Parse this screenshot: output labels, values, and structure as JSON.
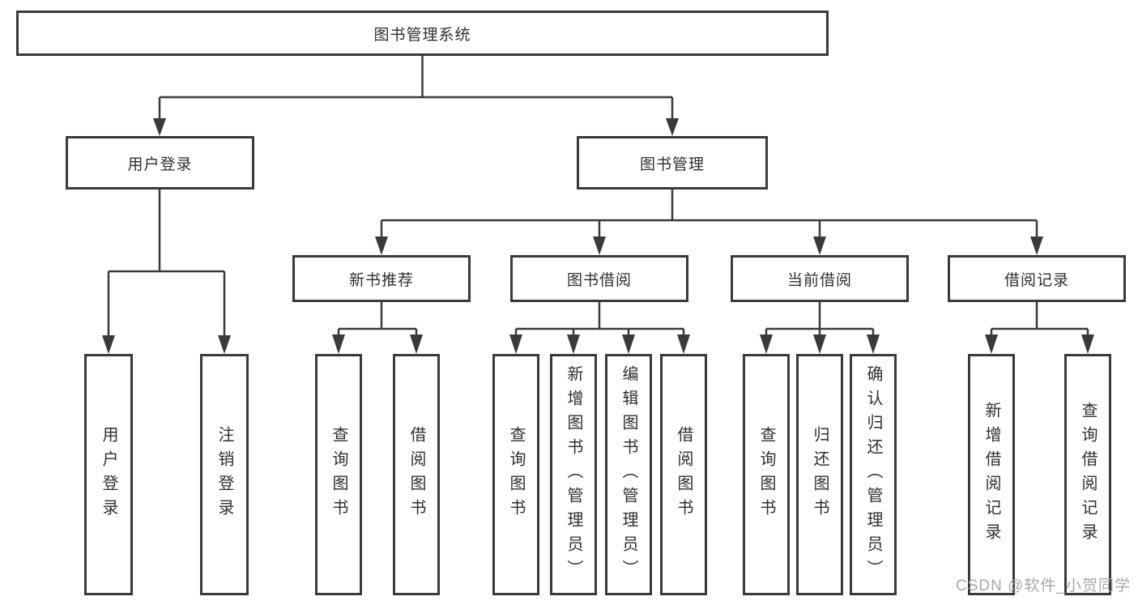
{
  "diagram": {
    "root": {
      "label": "图书管理系统"
    },
    "branches": [
      {
        "label": "用户登录",
        "children": [
          {
            "label": "用户登录"
          },
          {
            "label": "注销登录"
          }
        ]
      },
      {
        "label": "图书管理",
        "groups": [
          {
            "label": "新书推荐",
            "children": [
              {
                "label": "查询图书"
              },
              {
                "label": "借阅图书"
              }
            ]
          },
          {
            "label": "图书借阅",
            "children": [
              {
                "label": "查询图书"
              },
              {
                "label": "新增图书（管理员）"
              },
              {
                "label": "编辑图书（管理员）"
              },
              {
                "label": "借阅图书"
              }
            ]
          },
          {
            "label": "当前借阅",
            "children": [
              {
                "label": "查询图书"
              },
              {
                "label": "归还图书"
              },
              {
                "label": "确认归还（管理员）"
              }
            ]
          },
          {
            "label": "借阅记录",
            "children": [
              {
                "label": "新增借阅记录"
              },
              {
                "label": "查询借阅记录"
              }
            ]
          }
        ]
      }
    ]
  },
  "watermark": {
    "text": "CSDN @软件_小贺同学"
  },
  "colors": {
    "line": "#3a3a3a",
    "box_border": "#3a3a3a",
    "text": "#2f2f2f",
    "watermark": "#a8a8ab",
    "background": "#ffffff"
  }
}
